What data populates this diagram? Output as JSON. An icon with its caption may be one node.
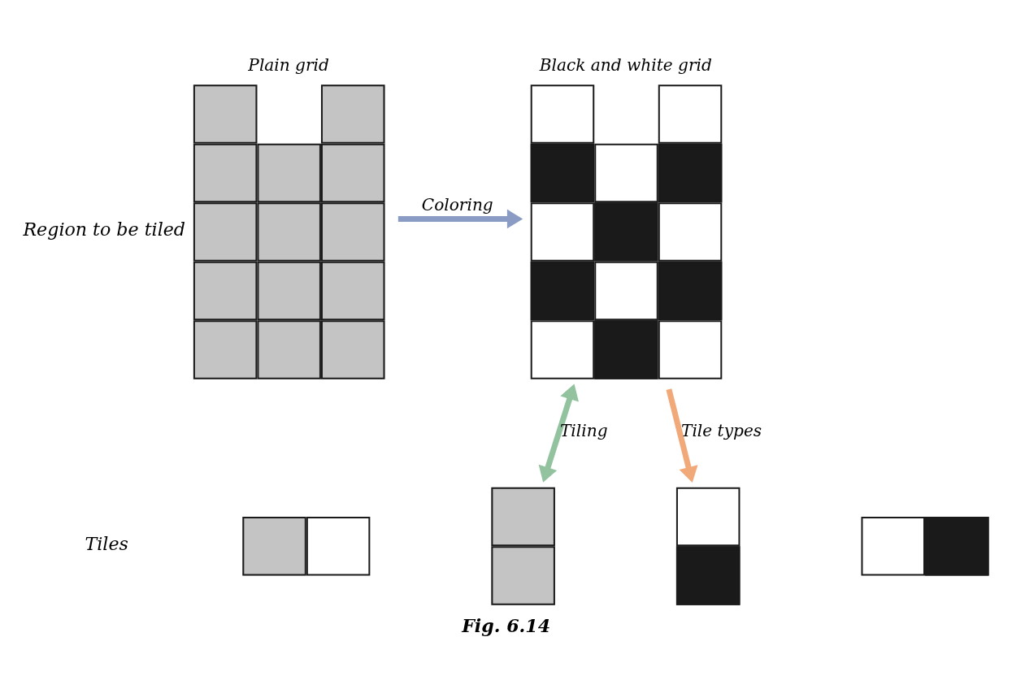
{
  "diagram": {
    "caption": "Fig. 6.14",
    "nodes": [
      {
        "text": [
          "Plain grid"
        ],
        "beside": [
          "Region to be tiled"
        ]
      },
      {
        "text": [
          "Black and white grid"
        ]
      },
      {
        "text": [],
        "shape": "box"
      },
      {
        "text": [],
        "shape": "box"
      },
      {
        "text": [],
        "shape": "box"
      },
      {
        "text": [],
        "shape": "box"
      }
    ],
    "edges": [
      {
        "from": 0,
        "to": 1,
        "arrow": "to",
        "label": "Coloring",
        "color": "#8a9cc4"
      },
      {
        "from": 1,
        "to": 3,
        "arrow": "both",
        "label": "Tiling",
        "color": "#92c29e"
      },
      {
        "from": 1,
        "to": 4,
        "arrow": "to",
        "label": "Tile types",
        "color": "#f2a97a"
      }
    ],
    "labels": [
      "Tiles"
    ]
  }
}
